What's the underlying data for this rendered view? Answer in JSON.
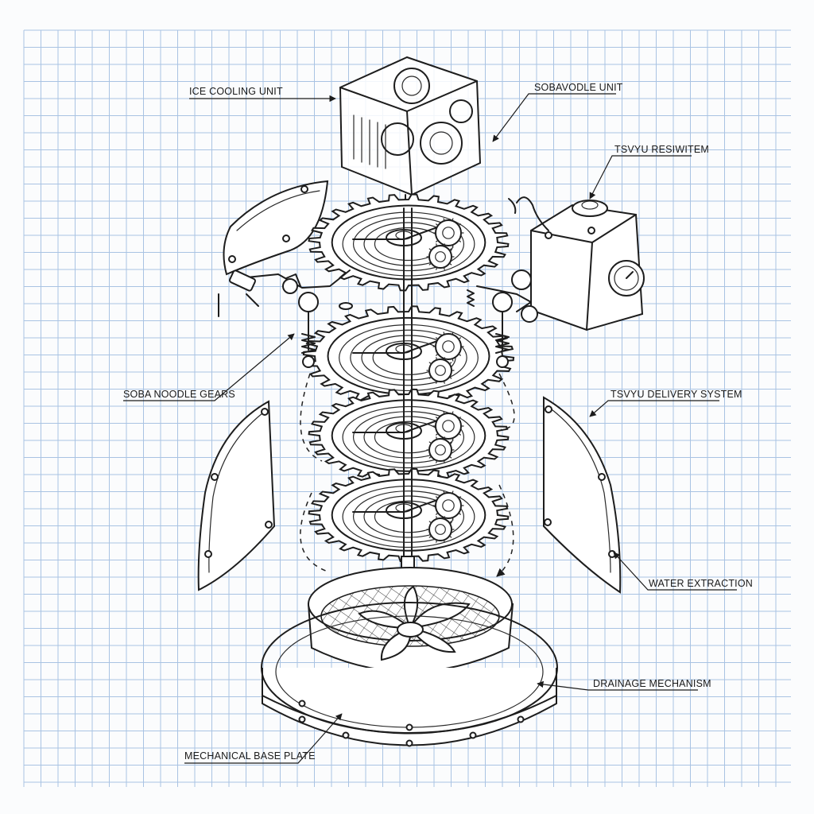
{
  "labels": {
    "ice_cooling_unit": "ICE COOLING UNIT",
    "soba_noodle_unit": "SOBAVODLE UNIT",
    "tsuyu_reservoir": "TSVYU RESIWITEM",
    "soba_noodle_gears": "SOBA NOODLE GEARS",
    "tsuyu_delivery": "TSVYU DELIVERY SYSTEM",
    "water_extraction": "WATER EXTRACTION",
    "drainage": "DRAINAGE MECHANISM",
    "base_plate": "MECHANICAL BASE PLATE"
  },
  "colors": {
    "paper": "#fbfcfd",
    "grid": "#a9c3e3",
    "ink": "#1d1d1d"
  }
}
